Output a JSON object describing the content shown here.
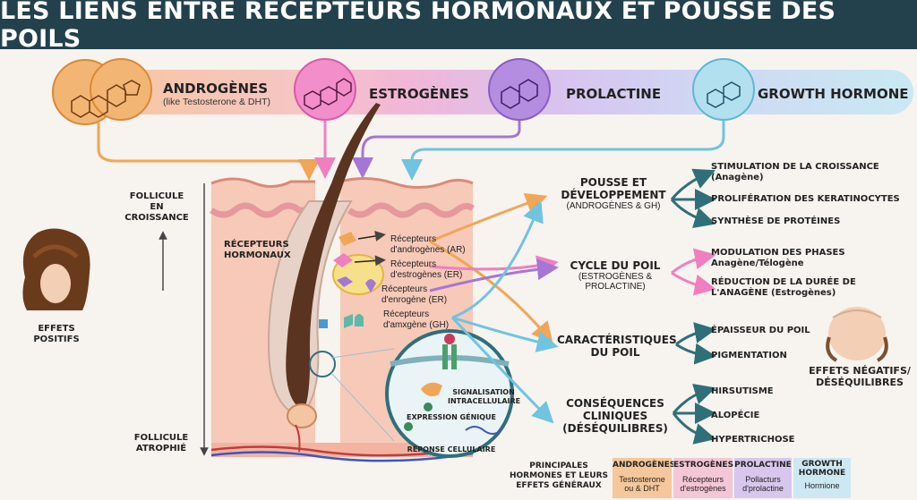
{
  "title": "LES LIENS ENTRE RÉCEPTEURS HORMONAUX ET POUSSE DES POILS",
  "hormones": [
    {
      "name": "ANDROGÈNES",
      "sub": "(like Testosterone & DHT)",
      "color": "#f0a656"
    },
    {
      "name": "ESTROGÈNES",
      "sub": "",
      "color": "#ef7fbf"
    },
    {
      "name": "PROLACTINE",
      "sub": "",
      "color": "#a476d6"
    },
    {
      "name": "GROWTH HORMONE",
      "sub": "",
      "color": "#6fc4e0"
    }
  ],
  "left": {
    "follicle_growing": "FOLLICULE\nEN CROISSANCE",
    "follicle_atrophied": "FOLLICULE\nATROPHIÉ",
    "positive_effects": "EFFETS\nPOSITIFS"
  },
  "receptors_title": "RÉCEPTEURS\nHORMONAUX",
  "receptors": [
    {
      "label": "Récepteurs\nd'androgènes (AR)",
      "color": "#f0a656"
    },
    {
      "label": "Récepteurs\nd'estrogènes (ER)",
      "color": "#ef7fbf"
    },
    {
      "label": "Récepteurs\nd'enrogène (ER)",
      "color": "#a476d6"
    },
    {
      "label": "Récepteurs\nd'amxgène (GH)",
      "color": "#5fb8a8"
    }
  ],
  "cell": {
    "signaling": "SIGNALISATION\nINTRACELLULAIRE",
    "expression": "EXPRESSION GÉNIQUE",
    "response": "RÉPONSE CELLULAIRE"
  },
  "effects": [
    {
      "title": "POUSSE ET\nDÉVELOPPEMENT",
      "sub": "(ANDROGÈNES & GH)",
      "items": [
        "STIMULATION DE LA CROISSANCE\n(Anagène)",
        "PROLIFÉRATION DES KERATINOCYTES",
        "SYNTHÈSE DE PROTÉINES"
      ]
    },
    {
      "title": "CYCLE DU POIL",
      "sub": "(ESTROGÈNES &\nPROLACTINE)",
      "items": [
        "MODULATION DES PHASES\nAnagène/Télogène",
        "RÉDUCTION DE LA DURÉE DE\nL'ANAGÈNE (Estrogènes)"
      ]
    },
    {
      "title": "CARACTÉRISTIQUES\nDU POIL",
      "sub": "",
      "items": [
        "ÉPAISSEUR DU POIL",
        "PIGMENTATION"
      ]
    },
    {
      "title": "CONSÉQUENCES\nCLINIQUES\n(DÉSÉQUILIBRES)",
      "sub": "",
      "items": [
        "HIRSUTISME",
        "ALOPÉCIE",
        "HYPERTRICHOSE"
      ]
    }
  ],
  "right": {
    "negative_effects": "EFFETS NÉGATIFS/\nDÉSÉQUILIBRES"
  },
  "summary": {
    "row_header": "PRINCIPALES\nHORMONES ET LEURS\nEFFETS GÉNÉRAUX",
    "columns": [
      {
        "head": "ANDROGÈNES",
        "body": "Testosterone\nou & DHT",
        "color": "#f6c79a"
      },
      {
        "head": "ESTROGÈNES",
        "body": "Récepteurs\nd'estrogènes",
        "color": "#f5c6d6"
      },
      {
        "head": "PROLACTINE",
        "body": "Pollacturs\nd'prolactine",
        "color": "#d9c6ee"
      },
      {
        "head": "GROWTH\nHORMONE",
        "body": "Hormione",
        "color": "#cde8f3"
      }
    ]
  }
}
